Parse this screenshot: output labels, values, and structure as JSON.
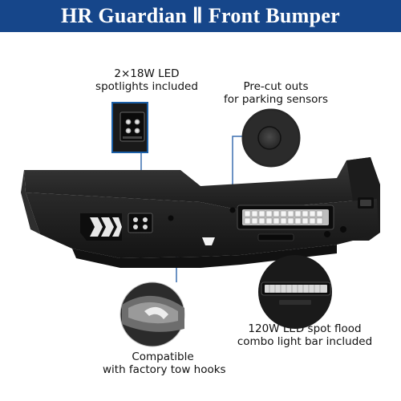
{
  "banner": {
    "title": "HR Guardian Ⅱ Front Bumper",
    "background": "#16468a"
  },
  "callouts": {
    "spotlights": {
      "line1": "2×18W LED",
      "line2": "spotlights included",
      "icon": "led-spotlight-icon"
    },
    "sensors": {
      "line1": "Pre-cut outs",
      "line2": "for parking sensors",
      "icon": "sensor-hole-icon"
    },
    "tow_hooks": {
      "line1": "Compatible",
      "line2": "with factory tow hooks",
      "icon": "tow-hook-icon"
    },
    "light_bar": {
      "line1": "120W LED spot flood",
      "line2": "combo light bar included",
      "icon": "led-light-bar-icon"
    }
  },
  "colors": {
    "accent": "#1a5ea6",
    "bumper": "#1e1e1e"
  }
}
